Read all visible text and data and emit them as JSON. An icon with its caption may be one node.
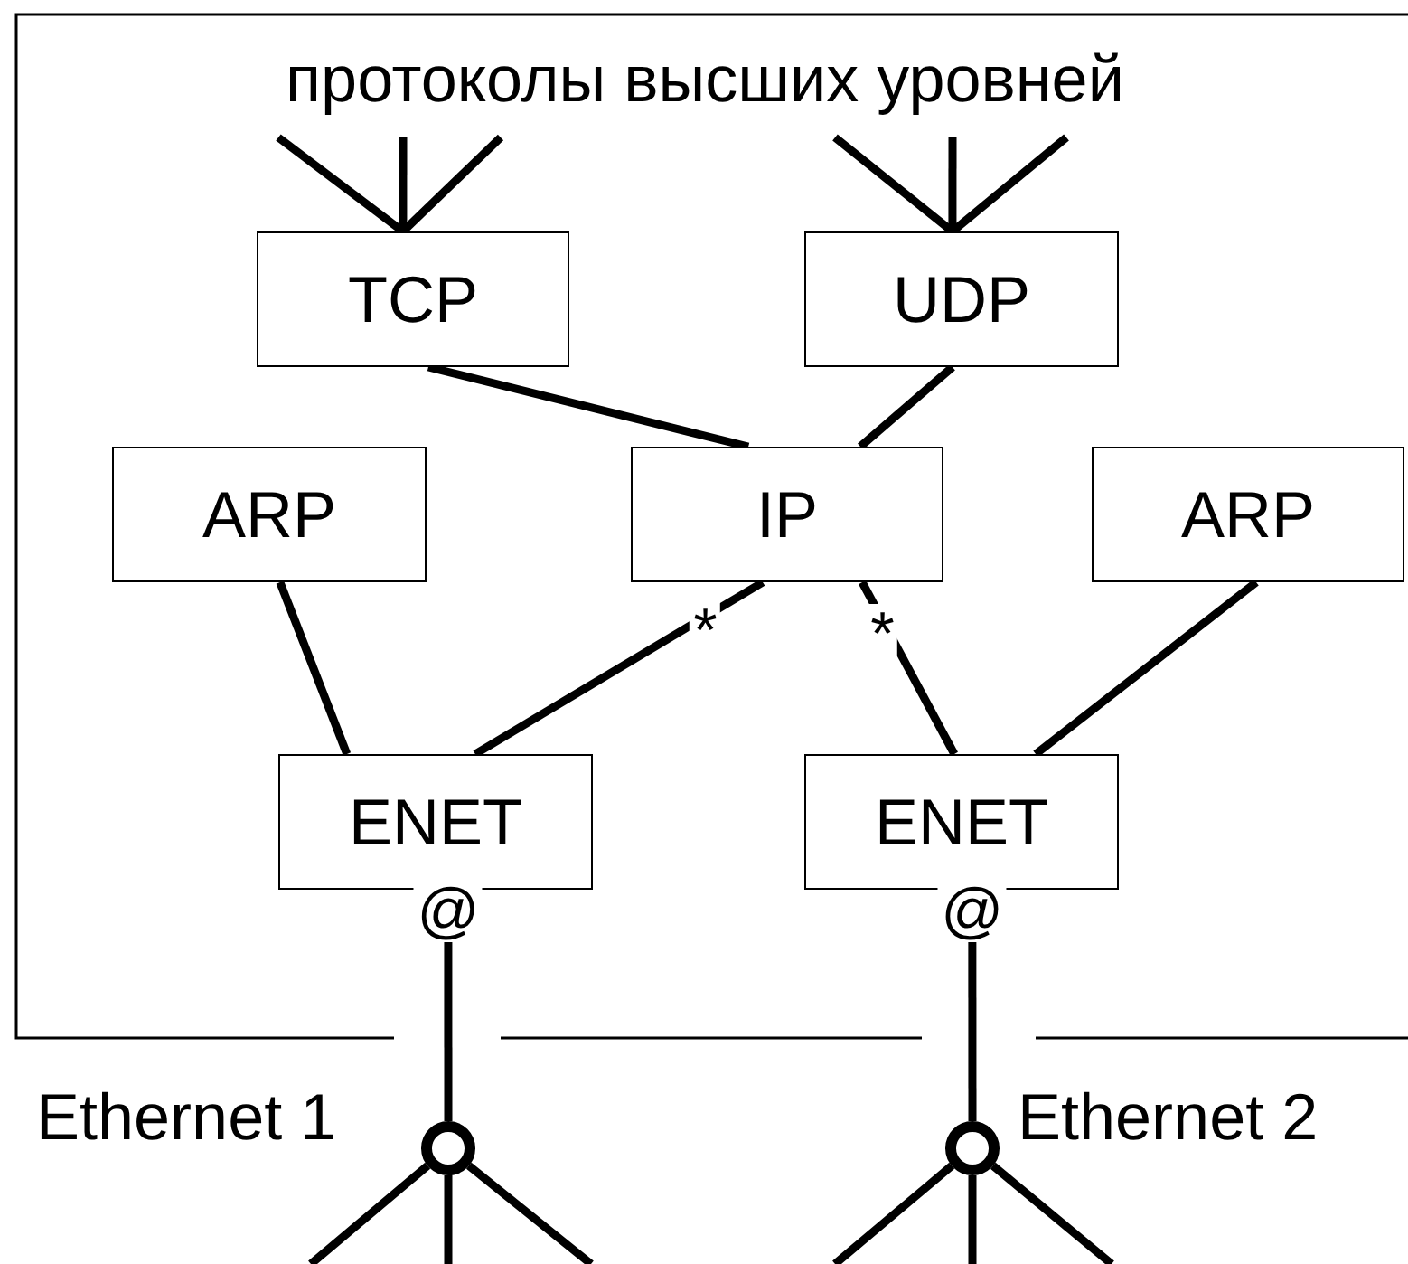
{
  "diagram": {
    "nodes": [
      {
        "text": [
          "TCP"
        ]
      },
      {
        "text": [
          "UDP"
        ]
      },
      {
        "text": [
          "ARP"
        ]
      },
      {
        "text": [
          "IP"
        ]
      },
      {
        "text": [
          "ARP"
        ]
      },
      {
        "text": [
          "ENET"
        ]
      },
      {
        "text": [
          "ENET"
        ]
      },
      {
        "text": [],
        "shape": "circle",
        "beside": [
          "Ethernet 1"
        ]
      },
      {
        "text": [],
        "shape": "circle",
        "beside": [
          "Ethernet 2"
        ]
      }
    ],
    "edges": [
      {
        "from": null,
        "to": 0,
        "arrow": "none"
      },
      {
        "from": null,
        "to": 0,
        "arrow": "none"
      },
      {
        "from": null,
        "to": 0,
        "arrow": "none"
      },
      {
        "from": null,
        "to": 1,
        "arrow": "none"
      },
      {
        "from": null,
        "to": 1,
        "arrow": "none"
      },
      {
        "from": null,
        "to": 1,
        "arrow": "none"
      },
      {
        "from": 0,
        "to": 3,
        "arrow": "none"
      },
      {
        "from": 1,
        "to": 3,
        "arrow": "none"
      },
      {
        "from": 2,
        "to": 5,
        "arrow": "none"
      },
      {
        "from": 3,
        "to": 5,
        "arrow": "none",
        "label": "*"
      },
      {
        "from": 3,
        "to": 6,
        "arrow": "none",
        "label": "*"
      },
      {
        "from": 4,
        "to": 6,
        "arrow": "none"
      },
      {
        "from": 5,
        "to": 7,
        "arrow": "none",
        "label": "@"
      },
      {
        "from": 6,
        "to": 8,
        "arrow": "none",
        "label": "@"
      },
      {
        "from": 7,
        "to": null,
        "arrow": "none"
      },
      {
        "from": 7,
        "to": null,
        "arrow": "none"
      },
      {
        "from": 7,
        "to": null,
        "arrow": "none"
      },
      {
        "from": 8,
        "to": null,
        "arrow": "none"
      },
      {
        "from": 8,
        "to": null,
        "arrow": "none"
      },
      {
        "from": 8,
        "to": null,
        "arrow": "none"
      }
    ],
    "labels": [
      "протоколы высших уровней"
    ]
  }
}
